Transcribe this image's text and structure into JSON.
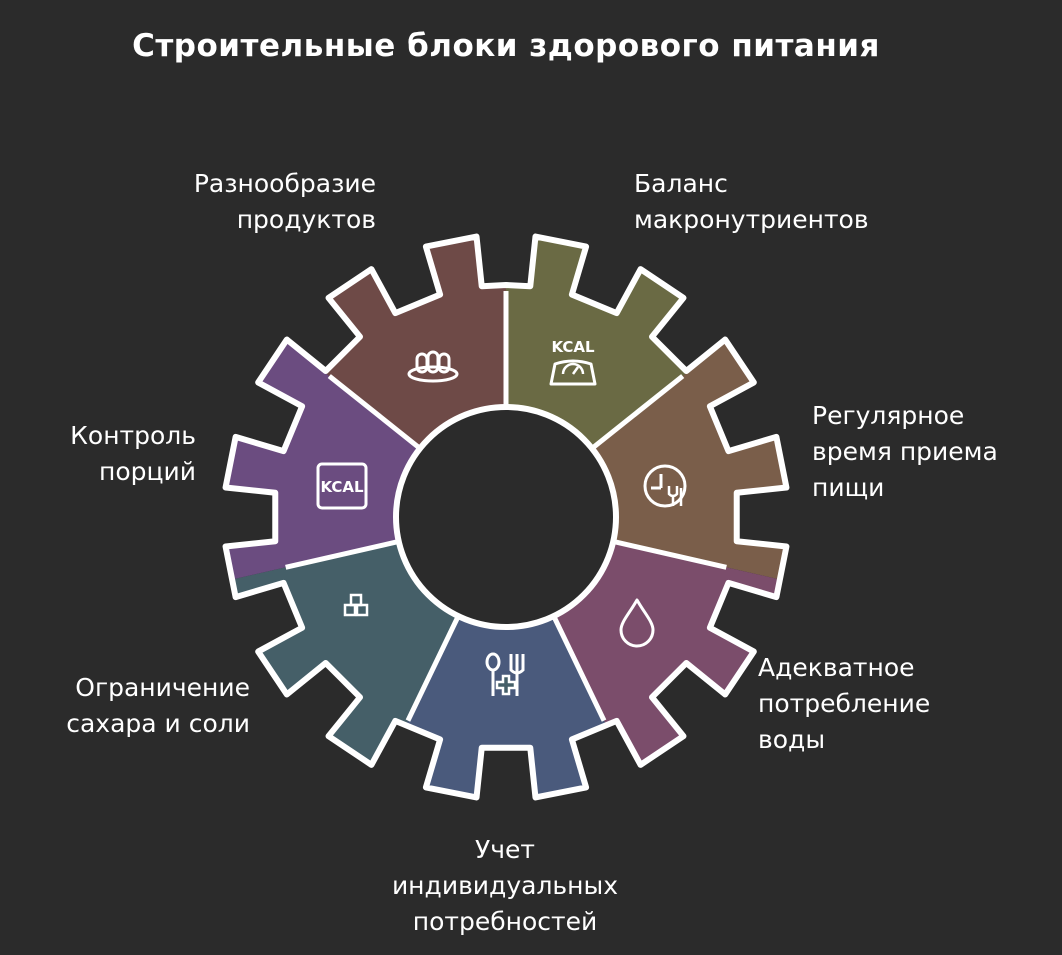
{
  "title": "Строительные блоки здорового питания",
  "segments": [
    {
      "label": "Разнообразие\nпродуктов",
      "icon": "food-variety-icon",
      "color": "#6a6a44"
    },
    {
      "label": "Баланс\nмакронутриентов",
      "icon": "kcal-scale-icon",
      "color": "#7a5e4a"
    },
    {
      "label": "Регулярное\nвремя приема\nпищи",
      "icon": "meal-time-icon",
      "color": "#7b4d6b"
    },
    {
      "label": "Адекватное\nпотребление\nводы",
      "icon": "water-drop-icon",
      "color": "#4a5a7c"
    },
    {
      "label": "Учет\nиндивидуальных\nпотребностей",
      "icon": "nutrition-health-icon",
      "color": "#455f68"
    },
    {
      "label": "Ограничение\nсахара и соли",
      "icon": "sugar-cubes-icon",
      "color": "#6b4c80"
    },
    {
      "label": "Контроль\nпорций",
      "icon": "kcal-box-icon",
      "color": "#6e4a47"
    }
  ],
  "icon_text": {
    "kcal": "KCAL"
  }
}
